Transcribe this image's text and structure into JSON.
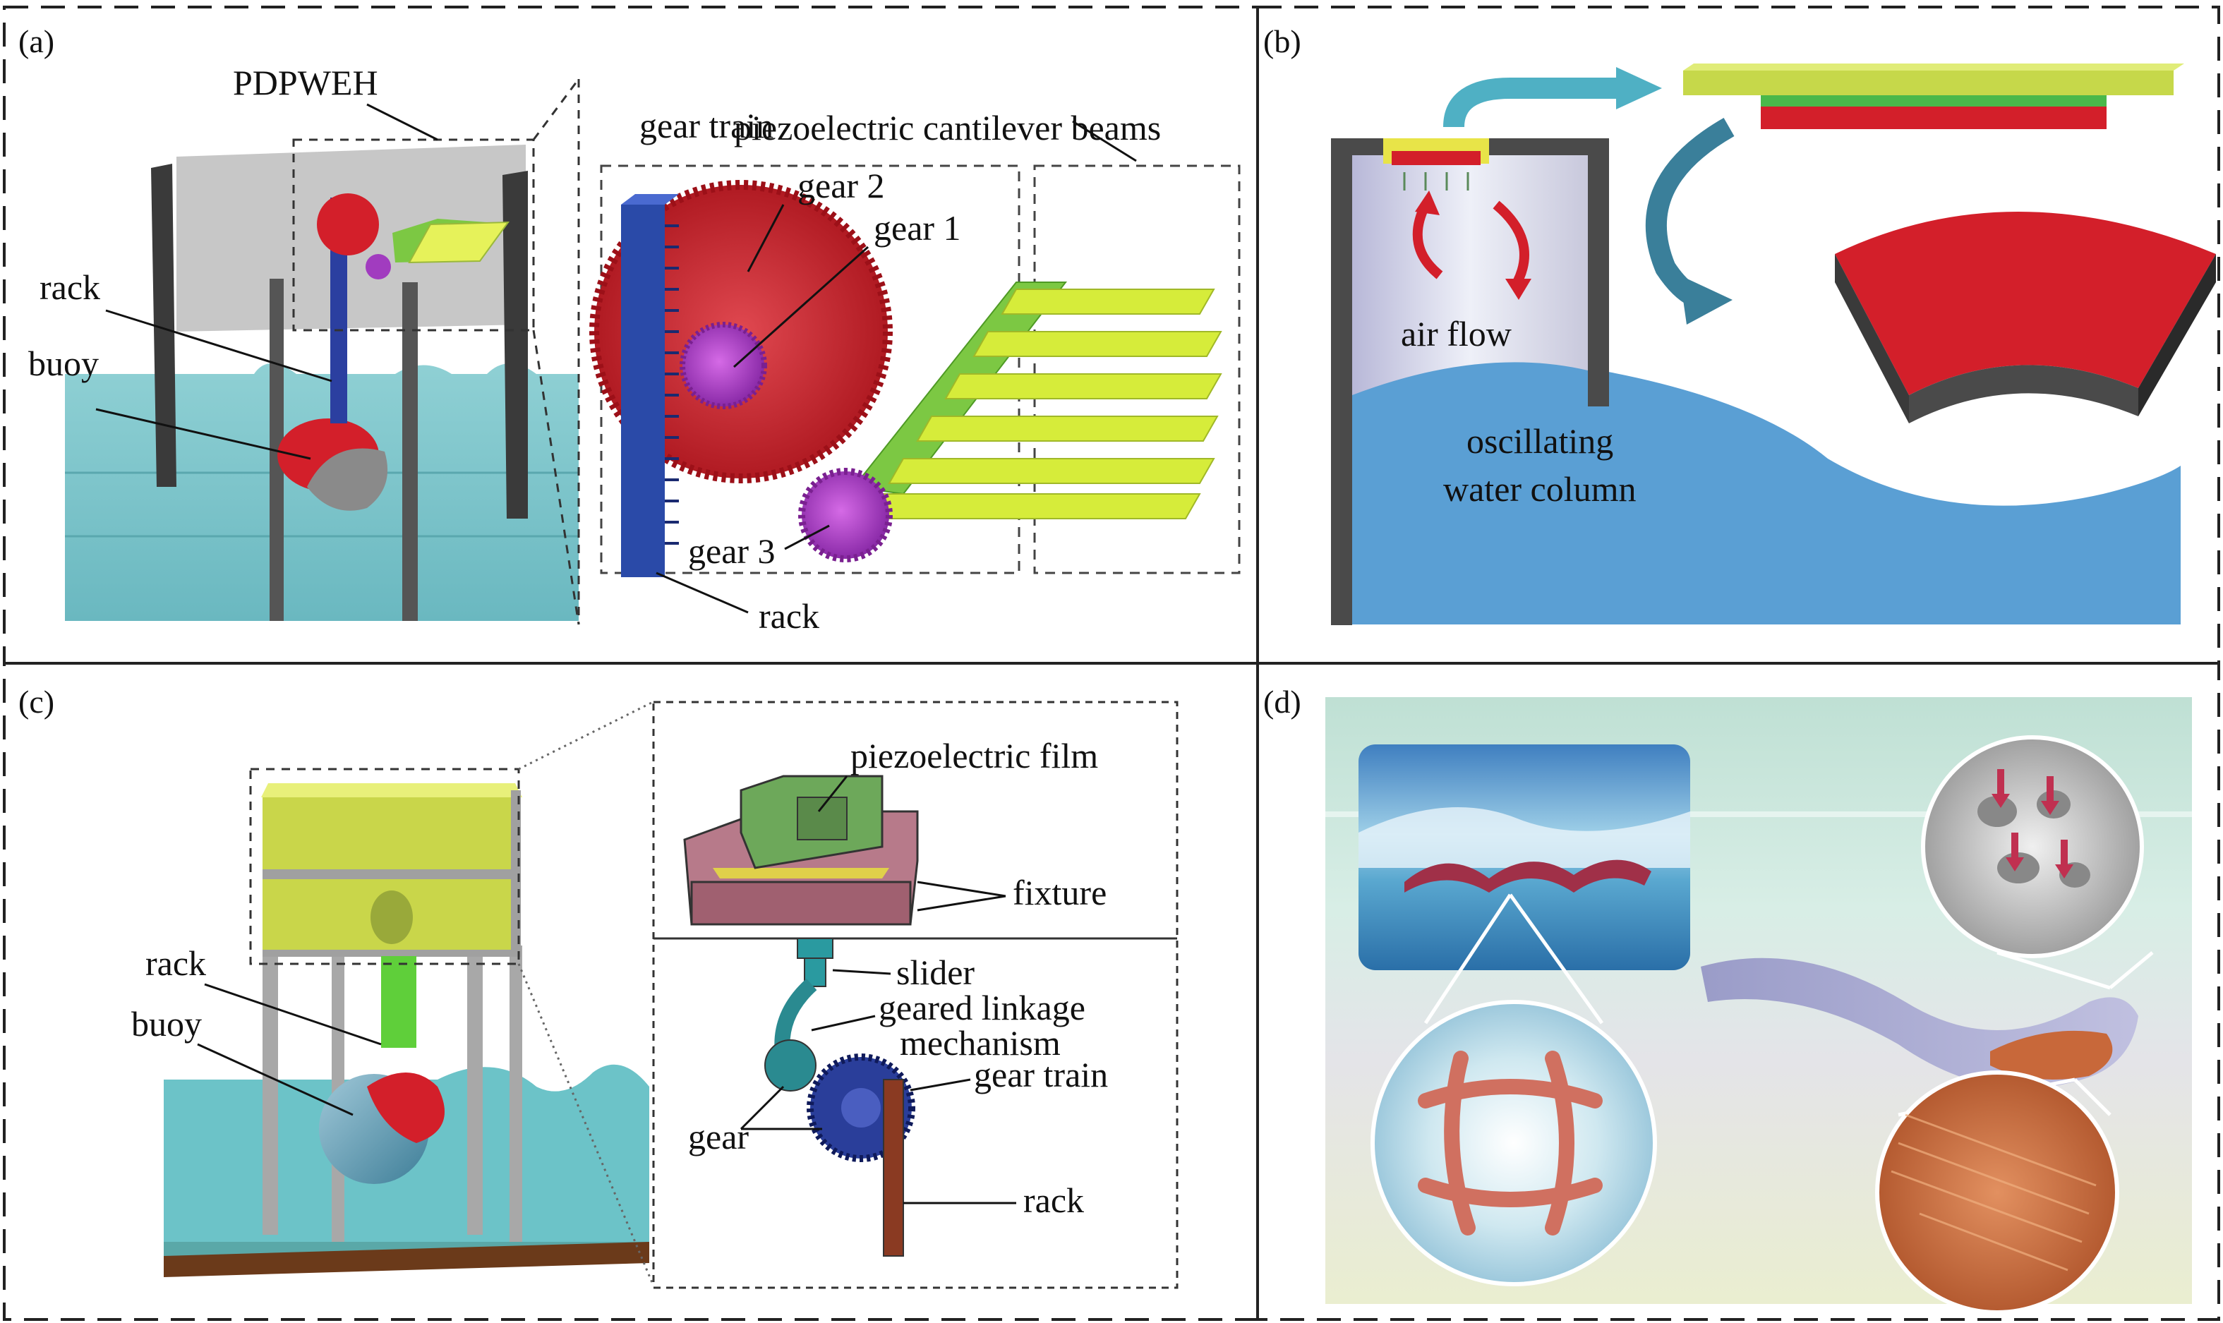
{
  "panels": {
    "a": {
      "letter": "(a)",
      "labels": {
        "pdpweh": "PDPWEH",
        "rack": "rack",
        "buoy": "buoy",
        "gear_train": "gear train",
        "piezo_beams": "piezoelectric cantilever beams",
        "gear1": "gear 1",
        "gear2": "gear 2",
        "gear3": "gear 3",
        "rack_detail": "rack"
      }
    },
    "b": {
      "letter": "(b)",
      "labels": {
        "air_flow": "air flow",
        "owc_line1": "oscillating",
        "owc_line2": "water column"
      }
    },
    "c": {
      "letter": "(c)",
      "labels": {
        "rack": "rack",
        "buoy": "buoy",
        "piezo_film": "piezoelectric film",
        "fixture": "fixture",
        "slider": "slider",
        "geared_linkage": "geared linkage",
        "mechanism": "mechanism",
        "gear_train": "gear train",
        "gear": "gear",
        "rack_detail": "rack"
      }
    },
    "d": {
      "letter": "(d)"
    }
  },
  "colors": {
    "water": "#7fc6cc",
    "ocean_blue": "#5a9fd4",
    "gear_red": "#c8242b",
    "gear_purple": "#a13cbf",
    "rack_blue": "#2a4aa8",
    "beam_yellow": "#d6ec3a",
    "lever_green": "#7cc843",
    "leg_dark": "#333333",
    "fixture_pink": "#b77a8a",
    "film_green": "#6da85a"
  }
}
